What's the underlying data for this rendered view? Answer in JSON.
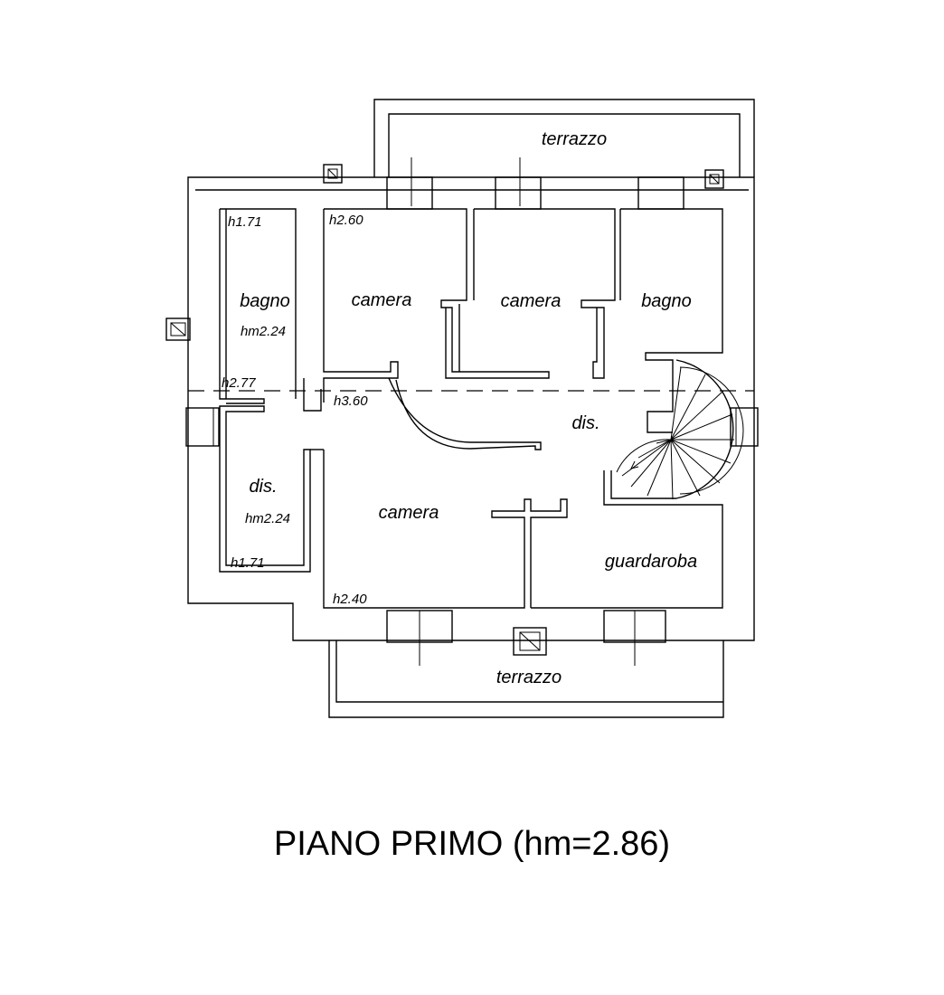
{
  "title": "PIANO PRIMO (hm=2.86)",
  "rooms": {
    "terrazzo_top": "terrazzo",
    "terrazzo_bottom": "terrazzo",
    "bagno_left": "bagno",
    "bagno_left_height": "hm2.24",
    "camera_top_left": "camera",
    "camera_top_middle": "camera",
    "bagno_right": "bagno",
    "dis_center": "dis.",
    "dis_left": "dis.",
    "dis_left_height": "hm2.24",
    "camera_bottom": "camera",
    "guardaroba": "guardaroba"
  },
  "heights": {
    "h171_top": "h1.71",
    "h260": "h2.60",
    "h277": "h2.77",
    "h360": "h3.60",
    "h171_bottom": "h1.71",
    "h240": "h2.40"
  }
}
